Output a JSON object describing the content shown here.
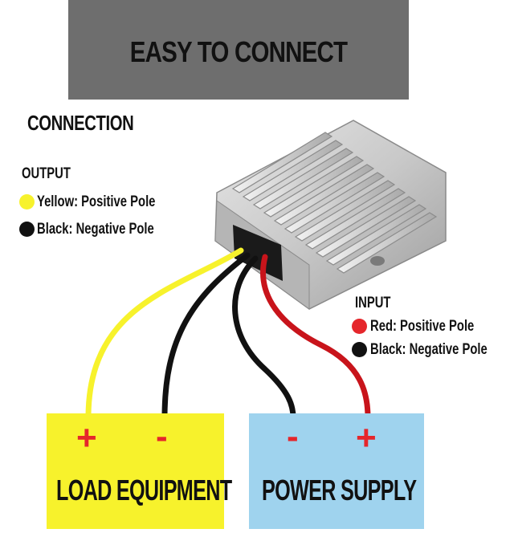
{
  "banner": {
    "title": "EASY TO CONNECT"
  },
  "connection_heading": "CONNECTION",
  "output": {
    "heading": "OUTPUT",
    "items": [
      {
        "label": "Yellow: Positive Pole",
        "color": "#f7f22c"
      },
      {
        "label": "Black: Negative Pole",
        "color": "#111111"
      }
    ]
  },
  "input": {
    "heading": "INPUT",
    "items": [
      {
        "label": "Red: Positive Pole",
        "color": "#e5262b"
      },
      {
        "label": "Black: Negative Pole",
        "color": "#111111"
      }
    ]
  },
  "load_box": {
    "label": "LOAD EQUIPMENT",
    "plus": "+",
    "minus": "-",
    "color": "#f7f22c"
  },
  "power_box": {
    "label": "POWER SUPPLY",
    "plus": "+",
    "minus": "-",
    "color": "#9fd3ee"
  },
  "wire_colors": {
    "yellow": "#f7f22c",
    "black": "#111111",
    "red": "#c8141b"
  },
  "icons": {
    "converter": "dc-dc-converter-icon"
  }
}
